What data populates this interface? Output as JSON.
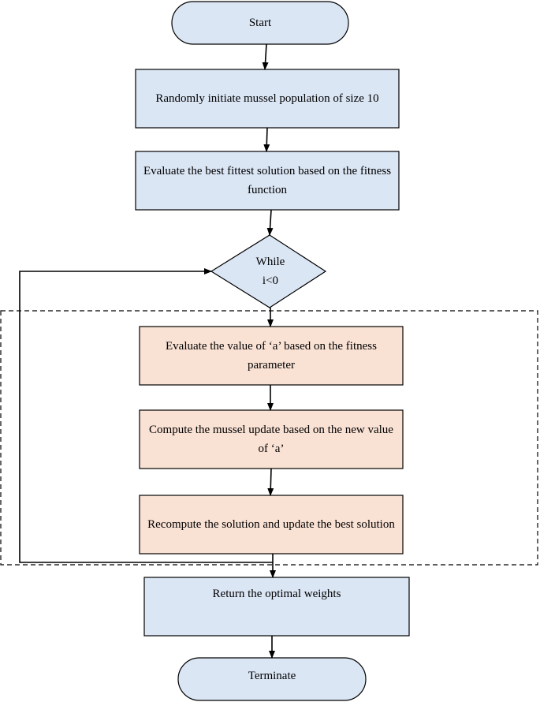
{
  "colors": {
    "terminal_fill": "#dbe6f5",
    "process_fill": "#dbe6f5",
    "loop_fill": "#f9e1d4",
    "stroke": "#000000"
  },
  "nodes": {
    "start": "Start",
    "init": "Randomly initiate mussel population of size 10",
    "evaluate_best": "Evaluate the best fittest solution based on the fitness function",
    "decision": "While i<0",
    "evaluate_a": "Evaluate the value of ‘a’ based on the fitness parameter",
    "compute_update": "Compute the mussel update based on the new value of ‘a’",
    "recompute": "Recompute the solution and update the best solution",
    "return_weights": "Return the optimal weights",
    "terminate": "Terminate"
  }
}
